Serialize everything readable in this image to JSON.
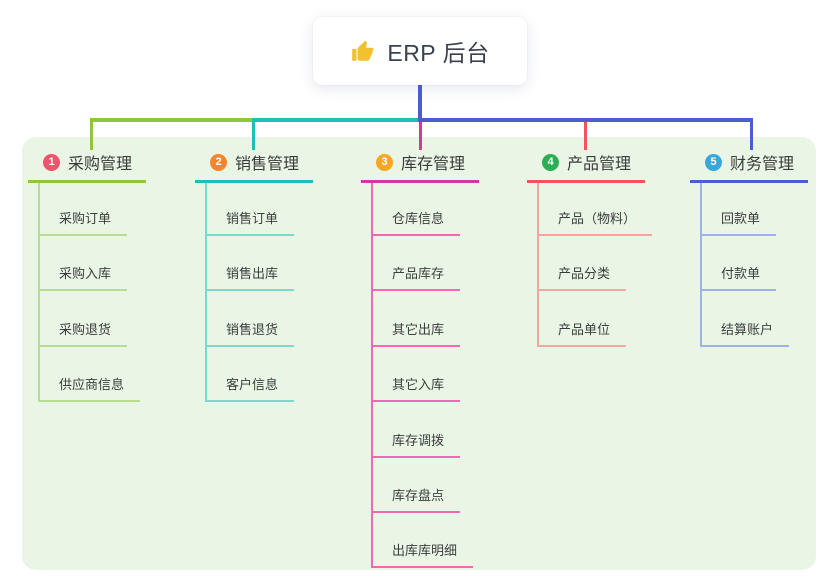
{
  "root": {
    "label": "ERP 后台",
    "icon": "thumbs-up"
  },
  "colors": {
    "panel_bg": "#e9f6e6",
    "root_line": "#4a5ed0",
    "root_text": "#39424e",
    "branch_text": "#3b3b3b",
    "child_text": "#3d3d3d",
    "thumb_icon": "#f2c12e"
  },
  "branches": [
    {
      "num": "1",
      "label": "采购管理",
      "badge_color": "#f0536b",
      "line_color": "#90c53e",
      "child_line_color": "#b7dd90",
      "children": [
        "采购订单",
        "采购入库",
        "采购退货",
        "供应商信息"
      ]
    },
    {
      "num": "2",
      "label": "销售管理",
      "badge_color": "#f8842c",
      "line_color": "#1fc0b4",
      "child_line_color": "#7ed9cc",
      "children": [
        "销售订单",
        "销售出库",
        "销售退货",
        "客户信息"
      ]
    },
    {
      "num": "3",
      "label": "库存管理",
      "badge_color": "#f7a723",
      "line_color": "#d13a9d",
      "child_line_color": "#f168b4",
      "children": [
        "仓库信息",
        "产品库存",
        "其它出库",
        "其它入库",
        "库存调拨",
        "库存盘点",
        "出库库明细"
      ]
    },
    {
      "num": "4",
      "label": "产品管理",
      "badge_color": "#2fad55",
      "line_color": "#f2535c",
      "child_line_color": "#f8a5a0",
      "children": [
        "产品（物料）",
        "产品分类",
        "产品单位"
      ]
    },
    {
      "num": "5",
      "label": "财务管理",
      "badge_color": "#38a8db",
      "line_color": "#4a5ed0",
      "child_line_color": "#9fb1e8",
      "children": [
        "回款单",
        "付款单",
        "结算账户"
      ]
    }
  ]
}
